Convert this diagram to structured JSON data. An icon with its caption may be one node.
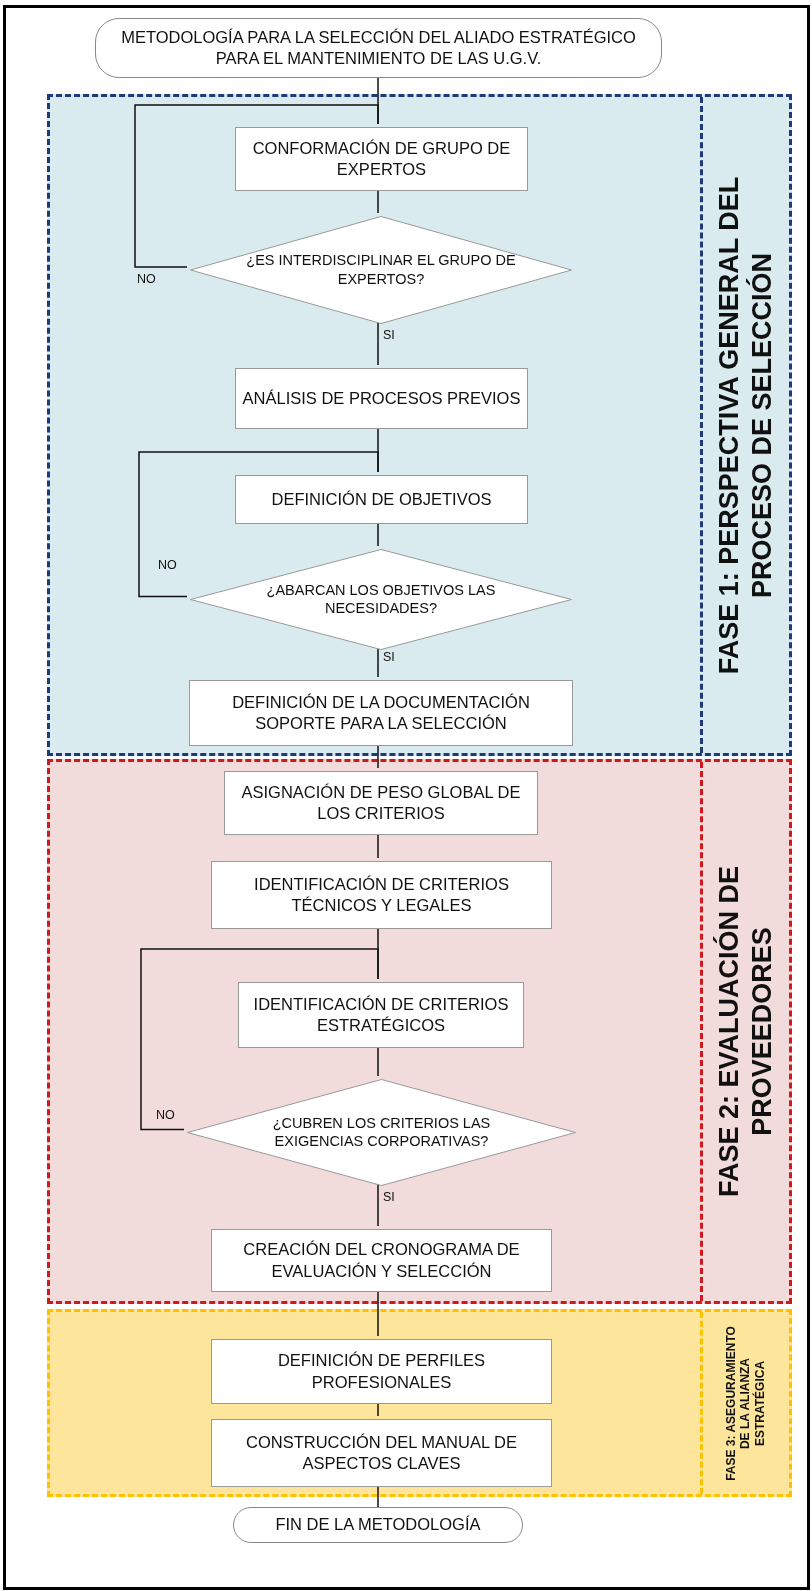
{
  "diagram": {
    "nodes": [
      {
        "text": [
          "METODOLOGÍA PARA LA SELECCIÓN DEL ALIADO ESTRATÉGICO PARA EL MANTENIMIENTO DE LAS U.G.V."
        ]
      },
      {
        "text": [
          "FASE 1: PERSPECTIVA GENERAL DEL PROCESO DE SELECCIÓN"
        ]
      },
      {
        "text": [
          "CONFORMACIÓN DE GRUPO DE EXPERTOS"
        ],
        "in": 1
      },
      {
        "text": [
          "¿ES INTERDISCIPLINAR EL GRUPO DE EXPERTOS?"
        ],
        "in": 1
      },
      {
        "text": [
          "ANÁLISIS DE PROCESOS PREVIOS"
        ],
        "in": 1
      },
      {
        "text": [
          "DEFINICIÓN DE OBJETIVOS"
        ],
        "in": 1
      },
      {
        "text": [
          "¿ABARCAN LOS OBJETIVOS LAS NECESIDADES?"
        ],
        "in": 1
      },
      {
        "text": [
          "DEFINICIÓN DE LA DOCUMENTACIÓN SOPORTE PARA LA SELECCIÓN"
        ],
        "in": 1
      },
      {
        "text": [
          "FASE 2: EVALUACIÓN DE PROVEEDORES"
        ]
      },
      {
        "text": [
          "ASIGNACIÓN DE PESO GLOBAL DE LOS CRITERIOS"
        ],
        "in": 8
      },
      {
        "text": [
          "IDENTIFICACIÓN DE CRITERIOS TÉCNICOS Y LEGALES"
        ],
        "in": 8
      },
      {
        "text": [
          "IDENTIFICACIÓN DE CRITERIOS ESTRATÉGICOS"
        ],
        "in": 8
      },
      {
        "text": [
          "¿CUBREN LOS CRITERIOS LAS EXIGENCIAS CORPORATIVAS?"
        ],
        "in": 8
      },
      {
        "text": [
          "CREACIÓN DEL CRONOGRAMA DE EVALUACIÓN Y SELECCIÓN"
        ],
        "in": 8
      },
      {
        "text": [
          "FASE 3: ASEGURAMIENTO DE LA ALIANZA ESTRATÉGICA"
        ]
      },
      {
        "text": [
          "DEFINICIÓN DE PERFILES PROFESIONALES"
        ],
        "in": 14
      },
      {
        "text": [
          "CONSTRUCCIÓN DEL MANUAL DE ASPECTOS CLAVES"
        ],
        "in": 14
      },
      {
        "text": [
          "FIN DE LA METODOLOGÍA"
        ]
      }
    ],
    "edges": [
      {
        "from": 0,
        "to": 2,
        "arrow": "none"
      },
      {
        "from": 2,
        "to": 3,
        "arrow": "none"
      },
      {
        "from": 3,
        "to": 2,
        "label": "NO",
        "arrow": "none"
      },
      {
        "from": 3,
        "to": 4,
        "label": "SI",
        "arrow": "none"
      },
      {
        "from": 4,
        "to": 5,
        "arrow": "none"
      },
      {
        "from": 5,
        "to": 6,
        "arrow": "none"
      },
      {
        "from": 6,
        "to": 5,
        "label": "NO",
        "arrow": "none"
      },
      {
        "from": 6,
        "to": 7,
        "label": "SI",
        "arrow": "none"
      },
      {
        "from": 7,
        "to": 9,
        "arrow": "none"
      },
      {
        "from": 9,
        "to": 10,
        "arrow": "none"
      },
      {
        "from": 10,
        "to": 11,
        "arrow": "none"
      },
      {
        "from": 11,
        "to": 12,
        "arrow": "none"
      },
      {
        "from": 12,
        "to": 11,
        "label": "NO",
        "arrow": "none"
      },
      {
        "from": 12,
        "to": 13,
        "label": "SI",
        "arrow": "none"
      },
      {
        "from": 13,
        "to": 15,
        "arrow": "none"
      },
      {
        "from": 15,
        "to": 16,
        "arrow": "none"
      },
      {
        "from": 16,
        "to": 17,
        "arrow": "none"
      }
    ]
  }
}
